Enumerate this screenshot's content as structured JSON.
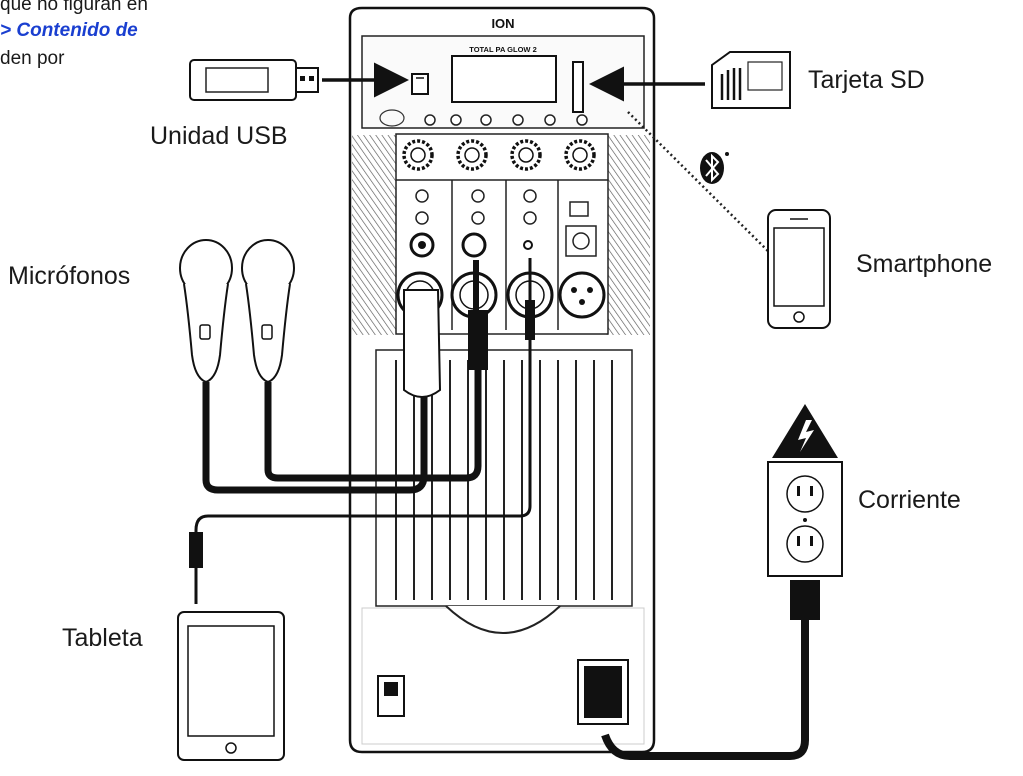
{
  "text_fragments": {
    "line1": "que no figuran en",
    "line2": "> Contenido de",
    "line3": "den por"
  },
  "device": {
    "brand": "ION",
    "model": "TOTAL PA GLOW 2"
  },
  "labels": {
    "usb": "Unidad USB",
    "sd": "Tarjeta SD",
    "smartphone": "Smartphone",
    "microphones": "Micrófonos",
    "power": "Corriente",
    "tablet": "Tableta"
  },
  "colors": {
    "line": "#1a1a1a",
    "panel": "#f4f4f4",
    "link": "#1a3fd0"
  }
}
